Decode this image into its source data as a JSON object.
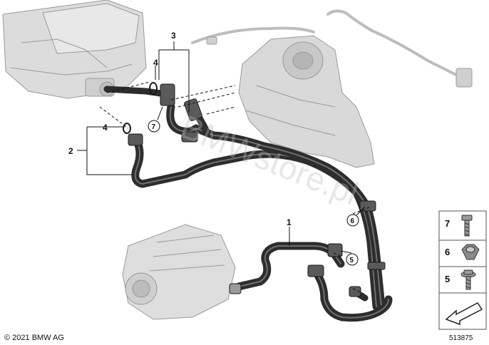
{
  "callouts": {
    "c1": "1",
    "c2": "2",
    "c3": "3",
    "c4a": "4",
    "c4b": "4",
    "c5": "5",
    "c6": "6",
    "c7": "7"
  },
  "legend": {
    "item7": "7",
    "item6": "6",
    "item5": "5"
  },
  "footer": {
    "copyright": "© 2021 BMW AG",
    "doc_number": "513875"
  },
  "watermark": "BMWstore.pl",
  "colors": {
    "hose": "#2a2a2a",
    "hose_highlight": "#6d6d6d",
    "ghost_part": "#cfcfcf",
    "ghost_outline": "#9a9a9a",
    "leader": "#111111"
  }
}
